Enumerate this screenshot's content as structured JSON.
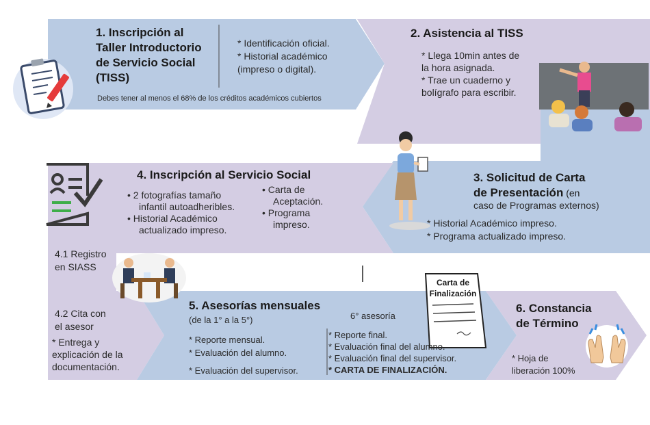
{
  "colors": {
    "blue": "#b9cbe3",
    "lavender": "#d4cde3",
    "text": "#1a1a1a"
  },
  "step1": {
    "title": [
      "1. Inscripción al",
      "Taller Introductorio",
      "de Servicio Social",
      "(TISS)"
    ],
    "items": [
      "* Identificación oficial.",
      "* Historial académico",
      "(impreso o digital)."
    ],
    "note": "Debes tener al menos el 68% de los créditos académicos cubiertos"
  },
  "step2": {
    "title": "2. Asistencia al TISS",
    "items": [
      "* Llega 10min antes de",
      "la hora asignada.",
      "* Trae un cuaderno y",
      "bolígrafo para escribir."
    ]
  },
  "step3": {
    "title_line1": "3. Solicitud de Carta",
    "title_line2": "de Presentación",
    "title_suffix": " (en",
    "title_line3": "caso de Programas externos)",
    "items": [
      "* Historial Académico impreso.",
      "* Programa actualizado impreso."
    ]
  },
  "step4": {
    "title": "4. Inscripción al Servicio Social",
    "left_items": [
      "•  2 fotografías tamaño",
      "infantil autoadheribles.",
      "•  Historial Académico",
      "actualizado impreso."
    ],
    "right_items": [
      "•  Carta de",
      "Aceptación.",
      "•  Programa",
      "impreso."
    ],
    "sub1": [
      "4.1 Registro",
      "en SIASS"
    ],
    "sub2": [
      "4.2 Cita con",
      "el asesor"
    ],
    "sub2_items": [
      "* Entrega y",
      "explicación de la",
      "documentación."
    ]
  },
  "step5": {
    "title": "5. Asesorías mensuales",
    "subtitle": "(de la 1° a la 5°)",
    "items": [
      "* Reporte mensual.",
      "* Evaluación del alumno.",
      "* Evaluación del supervisor."
    ],
    "sixth_label": "6° asesoría",
    "sixth_items": [
      "* Reporte final.",
      "* Evaluación final del alumno.",
      "* Evaluación final del supervisor."
    ],
    "sixth_bold": "* CARTA DE FINALIZACIÓN."
  },
  "document": {
    "title": [
      "Carta de",
      "Finalización"
    ]
  },
  "step6": {
    "title": [
      "6. Constancia",
      "de Término"
    ],
    "items": [
      "* Hoja de",
      "liberación 100%"
    ]
  }
}
